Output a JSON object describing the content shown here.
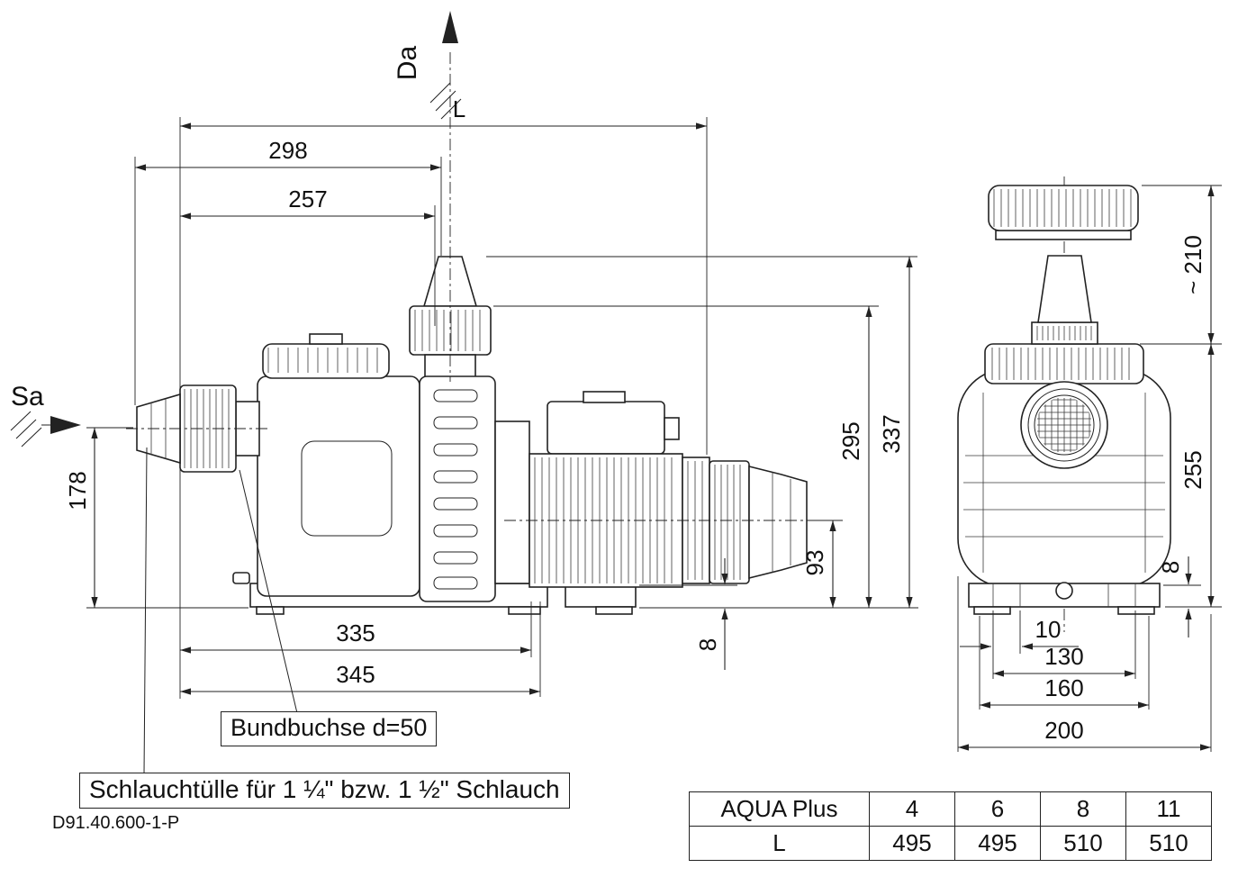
{
  "flow": {
    "sa": "Sa",
    "da": "Da"
  },
  "dims": {
    "L": "L",
    "d298": "298",
    "d257": "257",
    "d178": "178",
    "d335": "335",
    "d345": "345",
    "d295": "295",
    "d337": "337",
    "d93": "93",
    "d8_side": "8",
    "d210": "~ 210",
    "d255": "255",
    "d8_front": "8",
    "d10": "10",
    "d130": "130",
    "d160": "160",
    "d200": "200"
  },
  "notes": {
    "bundbuchse": "Bundbuchse  d=50",
    "schlauch": "Schlauchtülle für 1 ¼\"  bzw. 1 ½\" Schlauch",
    "code": "D91.40.600-1-P"
  },
  "table": {
    "header": [
      "AQUA Plus",
      "4",
      "6",
      "8",
      "11"
    ],
    "row_l": [
      "L",
      "495",
      "495",
      "510",
      "510"
    ]
  }
}
